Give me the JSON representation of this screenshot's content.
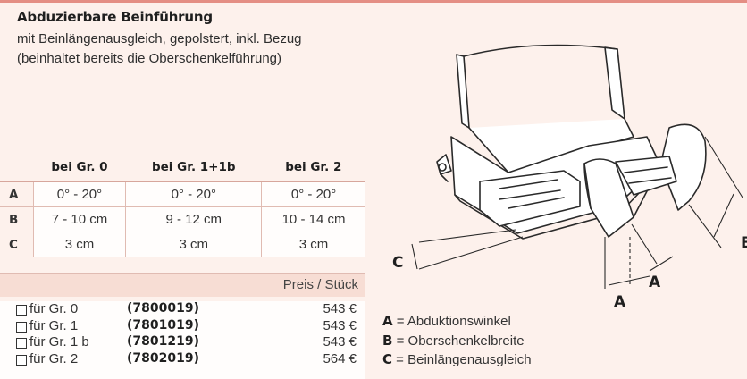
{
  "product": {
    "title": "Abduzierbare Beinführung",
    "description": "mit Beinlängenausgleich, gepolstert, inkl. Bezug (beinhaltet bereits die Oberschenkelführung)"
  },
  "spec_table": {
    "headers": [
      "",
      "bei Gr. 0",
      "bei Gr. 1+1b",
      "bei Gr. 2"
    ],
    "rows": [
      {
        "label": "A",
        "values": [
          "0° - 20°",
          "0° - 20°",
          "0° - 20°"
        ]
      },
      {
        "label": "B",
        "values": [
          "7 - 10 cm",
          "9 - 12 cm",
          "10 - 14 cm"
        ]
      },
      {
        "label": "C",
        "values": [
          "3 cm",
          "3 cm",
          "3 cm"
        ]
      }
    ]
  },
  "price_header": "Preis / Stück",
  "prices": [
    {
      "label": "für Gr. 0",
      "article": "(7800019)",
      "price": "543 €"
    },
    {
      "label": "für Gr. 1",
      "article": "(7801019)",
      "price": "543 €"
    },
    {
      "label": "für Gr. 1 b",
      "article": "(7801219)",
      "price": "543 €"
    },
    {
      "label": "für Gr. 2",
      "article": "(7802019)",
      "price": "564 €"
    }
  ],
  "diagram_labels": {
    "a": "A",
    "b": "B",
    "c": "C"
  },
  "legend": [
    {
      "key": "A",
      "text": " = Abduktionswinkel"
    },
    {
      "key": "B",
      "text": " = Oberschenkelbreite"
    },
    {
      "key": "C",
      "text": " = Beinlängenausgleich"
    }
  ]
}
